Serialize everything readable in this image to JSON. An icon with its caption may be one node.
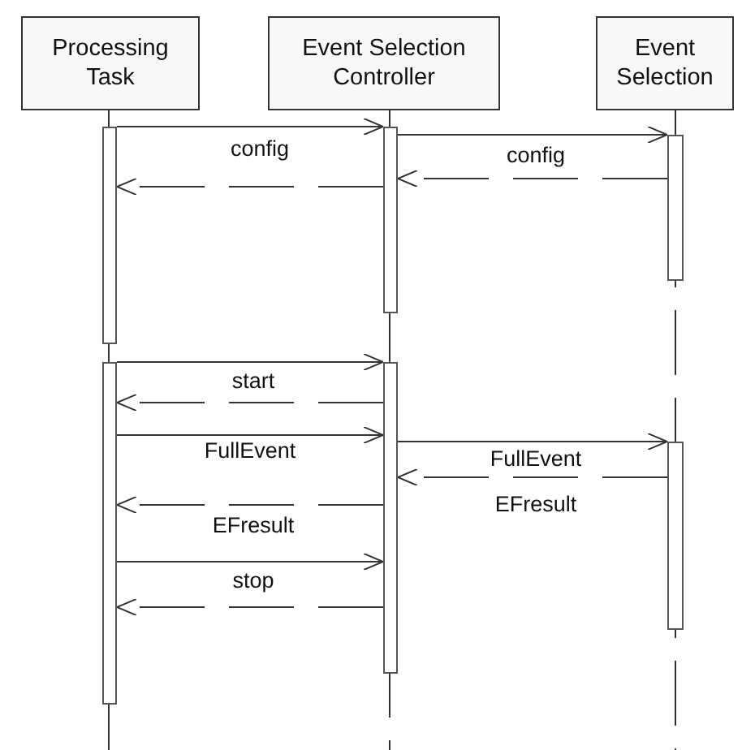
{
  "diagram": {
    "nodes": [
      {
        "text": [
          "Processing Task"
        ]
      },
      {
        "text": [
          "Event Selection Controller"
        ]
      },
      {
        "text": [
          "Event Selection"
        ]
      },
      {
        "text": [],
        "shape": "bar"
      },
      {
        "text": [],
        "shape": "bar"
      },
      {
        "text": [],
        "shape": "bar"
      },
      {
        "text": [],
        "shape": "bar"
      },
      {
        "text": [],
        "shape": "bar"
      },
      {
        "text": [],
        "shape": "bar"
      }
    ],
    "edges": [
      {
        "from": 3,
        "to": 5,
        "arrow": "to",
        "label": "config"
      },
      {
        "from": 5,
        "to": 3,
        "arrow": "to",
        "style": "dashed"
      },
      {
        "from": 5,
        "to": 7,
        "arrow": "to",
        "label": "config"
      },
      {
        "from": 7,
        "to": 5,
        "arrow": "to",
        "style": "dashed"
      },
      {
        "from": 4,
        "to": 6,
        "arrow": "to",
        "label": "start"
      },
      {
        "from": 6,
        "to": 4,
        "arrow": "to",
        "style": "dashed"
      },
      {
        "from": 4,
        "to": 6,
        "arrow": "to",
        "label": "FullEvent"
      },
      {
        "from": 6,
        "to": 8,
        "arrow": "to",
        "label": "FullEvent"
      },
      {
        "from": 8,
        "to": 6,
        "arrow": "to",
        "style": "dashed",
        "label": "EFresult"
      },
      {
        "from": 6,
        "to": 4,
        "arrow": "to",
        "style": "dashed",
        "label": "EFresult"
      },
      {
        "from": 4,
        "to": 6,
        "arrow": "to",
        "label": "stop"
      },
      {
        "from": 6,
        "to": 4,
        "arrow": "to",
        "style": "dashed"
      }
    ]
  }
}
